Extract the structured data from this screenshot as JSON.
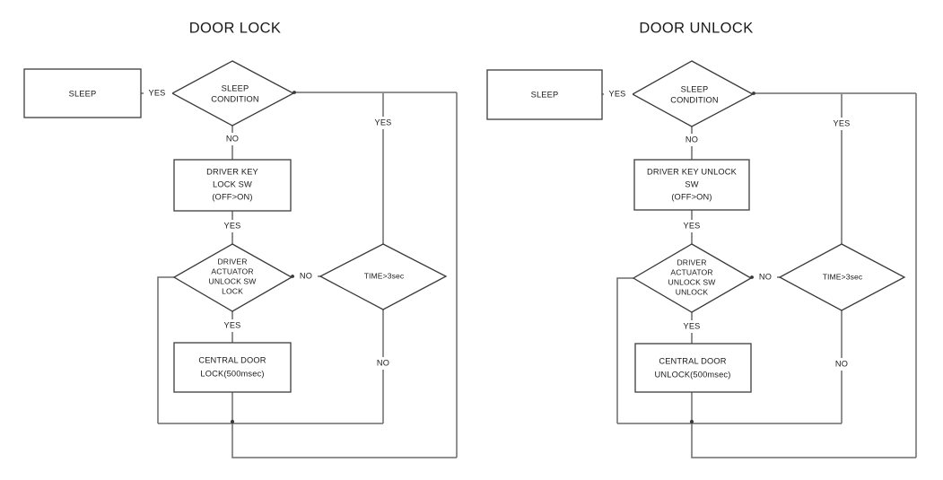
{
  "page": {
    "background": "#ffffff",
    "line_color": "#6b6b6b",
    "text_color": "#1a1a1a"
  },
  "charts": [
    {
      "id": "door-lock",
      "title": "DOOR LOCK",
      "nodes": {
        "sleep": "SLEEP",
        "sleep_condition_l1": "SLEEP",
        "sleep_condition_l2": "CONDITION",
        "key_sw_l1": "DRIVER KEY",
        "key_sw_l2": "LOCK SW",
        "key_sw_l3": "(OFF>ON)",
        "actuator_l1": "DRIVER",
        "actuator_l2": "ACTUATOR",
        "actuator_l3": "UNLOCK SW",
        "actuator_l4": "LOCK",
        "timer": "TIME>3sec",
        "central_l1": "CENTRAL DOOR",
        "central_l2": "LOCK(500msec)"
      },
      "edges": {
        "sleep_yes": "YES",
        "sleep_no": "NO",
        "branch_yes": "YES",
        "key_yes": "YES",
        "actuator_no": "NO",
        "actuator_yes": "YES",
        "timer_no": "NO"
      }
    },
    {
      "id": "door-unlock",
      "title": "DOOR UNLOCK",
      "nodes": {
        "sleep": "SLEEP",
        "sleep_condition_l1": "SLEEP",
        "sleep_condition_l2": "CONDITION",
        "key_sw_l1": "DRIVER KEY UNLOCK",
        "key_sw_l2": "SW",
        "key_sw_l3": "(OFF>ON)",
        "actuator_l1": "DRIVER",
        "actuator_l2": "ACTUATOR",
        "actuator_l3": "UNLOCK SW",
        "actuator_l4": "UNLOCK",
        "timer": "TIME>3sec",
        "central_l1": "CENTRAL DOOR",
        "central_l2": "UNLOCK(500msec)"
      },
      "edges": {
        "sleep_yes": "YES",
        "sleep_no": "NO",
        "branch_yes": "YES",
        "key_yes": "YES",
        "actuator_no": "NO",
        "actuator_yes": "YES",
        "timer_no": "NO"
      }
    }
  ]
}
